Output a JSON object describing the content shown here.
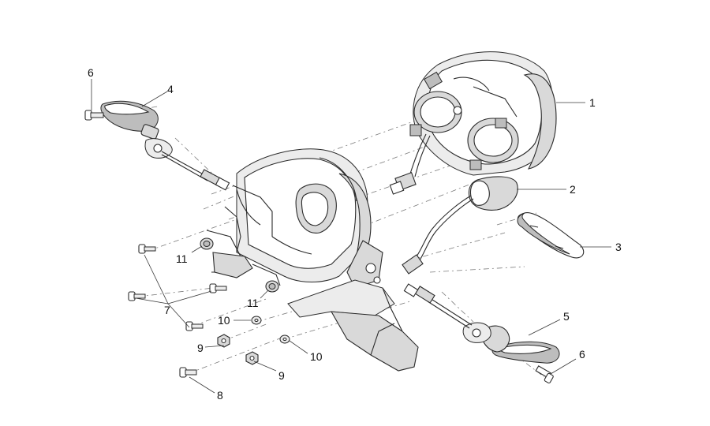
{
  "callouts": [
    {
      "label": "1"
    },
    {
      "label": "2"
    },
    {
      "label": "3"
    },
    {
      "label": "4"
    },
    {
      "label": "5"
    },
    {
      "label": "6"
    },
    {
      "label": "6"
    },
    {
      "label": "7"
    },
    {
      "label": "8"
    },
    {
      "label": "9"
    },
    {
      "label": "9"
    },
    {
      "label": "10"
    },
    {
      "label": "10"
    },
    {
      "label": "11"
    },
    {
      "label": "11"
    }
  ]
}
